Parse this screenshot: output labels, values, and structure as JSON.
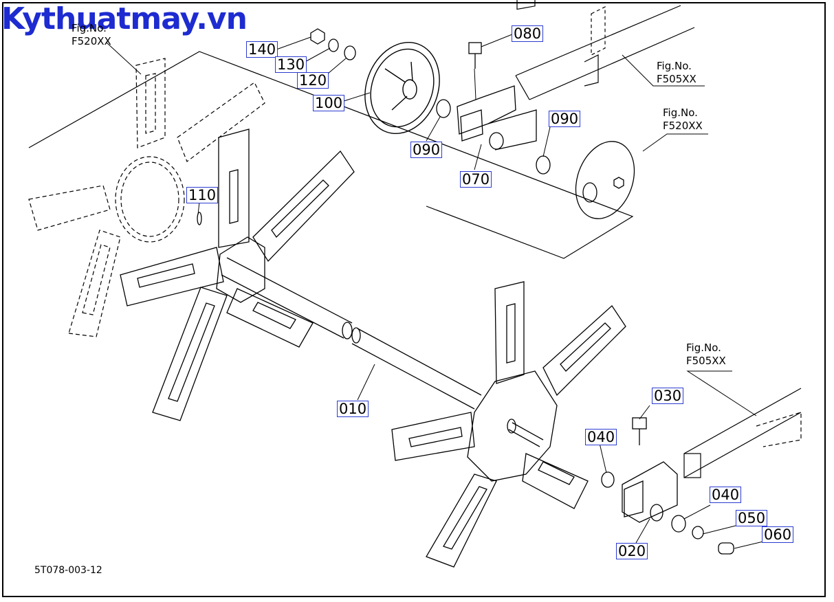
{
  "watermark": "Kythuatmay.vn",
  "drawing_id": "5T078-003-12",
  "figure_refs": [
    {
      "line1": "Fig.No.",
      "line2": "F520XX"
    },
    {
      "line1": "Fig.No.",
      "line2": "F505XX"
    },
    {
      "line1": "Fig.No.",
      "line2": "F520XX"
    },
    {
      "line1": "Fig.No.",
      "line2": "F505XX"
    }
  ],
  "callouts": [
    "140",
    "130",
    "120",
    "100",
    "080",
    "090",
    "070",
    "090",
    "110",
    "010",
    "030",
    "040",
    "040",
    "050",
    "060",
    "020"
  ]
}
